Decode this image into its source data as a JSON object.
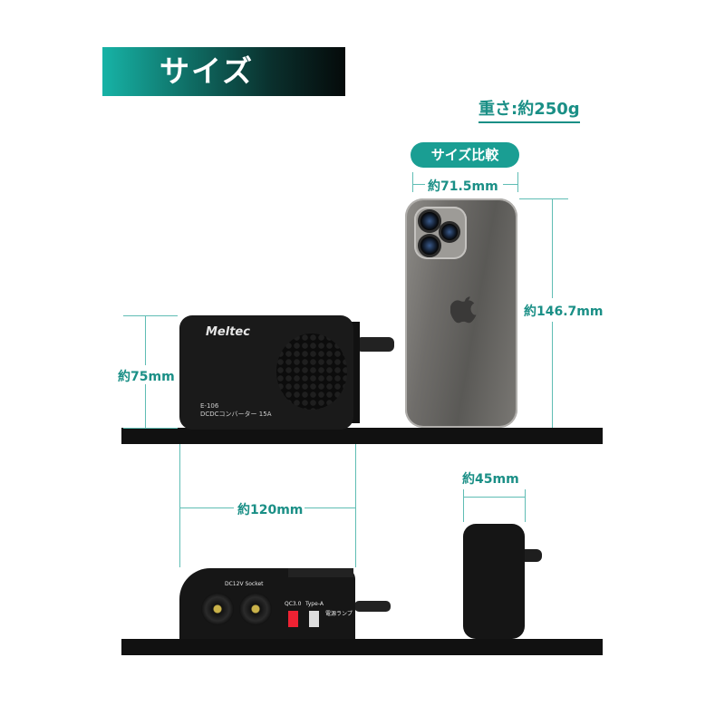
{
  "title": "サイズ",
  "weight": "重さ:約250g",
  "compare_label": "サイズ比較",
  "dims": {
    "phone_width": "約71.5mm",
    "phone_height": "約146.7mm",
    "conv_height": "約75mm",
    "conv_width": "約120mm",
    "conv_depth": "約45mm"
  },
  "product": {
    "brand": "Meltec",
    "model": "E-106",
    "desc": "DCDCコンバーター 15A",
    "port_socket": "DC12V Socket",
    "port_qc": "QC3.0",
    "port_typea": "Type-A",
    "lamp": "電源ランプ"
  },
  "colors": {
    "accent": "#1a8f86",
    "banner_start": "#17b3a6",
    "banner_end": "#050a0a",
    "shelf": "#111111"
  }
}
